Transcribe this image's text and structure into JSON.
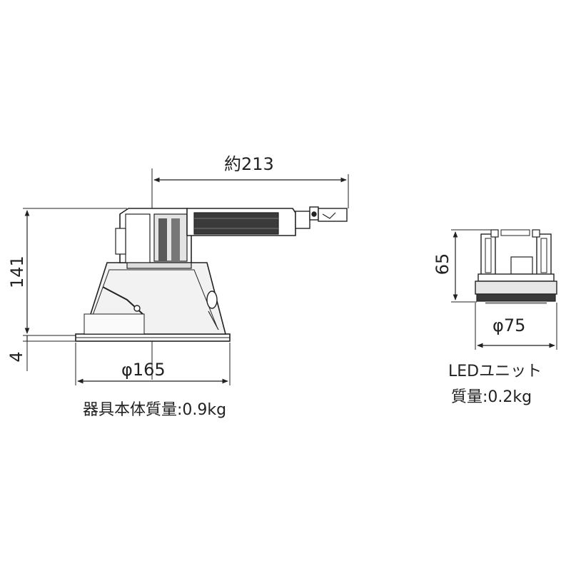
{
  "fixture": {
    "width_label": "約213",
    "height_label": "141",
    "flange_label": "4",
    "diameter_label": "φ165",
    "weight_label": "器具本体質量:0.9kg"
  },
  "led_unit": {
    "height_label": "65",
    "diameter_label": "φ75",
    "name_label": "LEDユニット",
    "weight_label": "質量:0.2kg"
  },
  "colors": {
    "line": "#222222",
    "fill_dark": "#3a3a3a",
    "fill_mid": "#9a9a9a",
    "fill_light": "#e6e6e6"
  }
}
